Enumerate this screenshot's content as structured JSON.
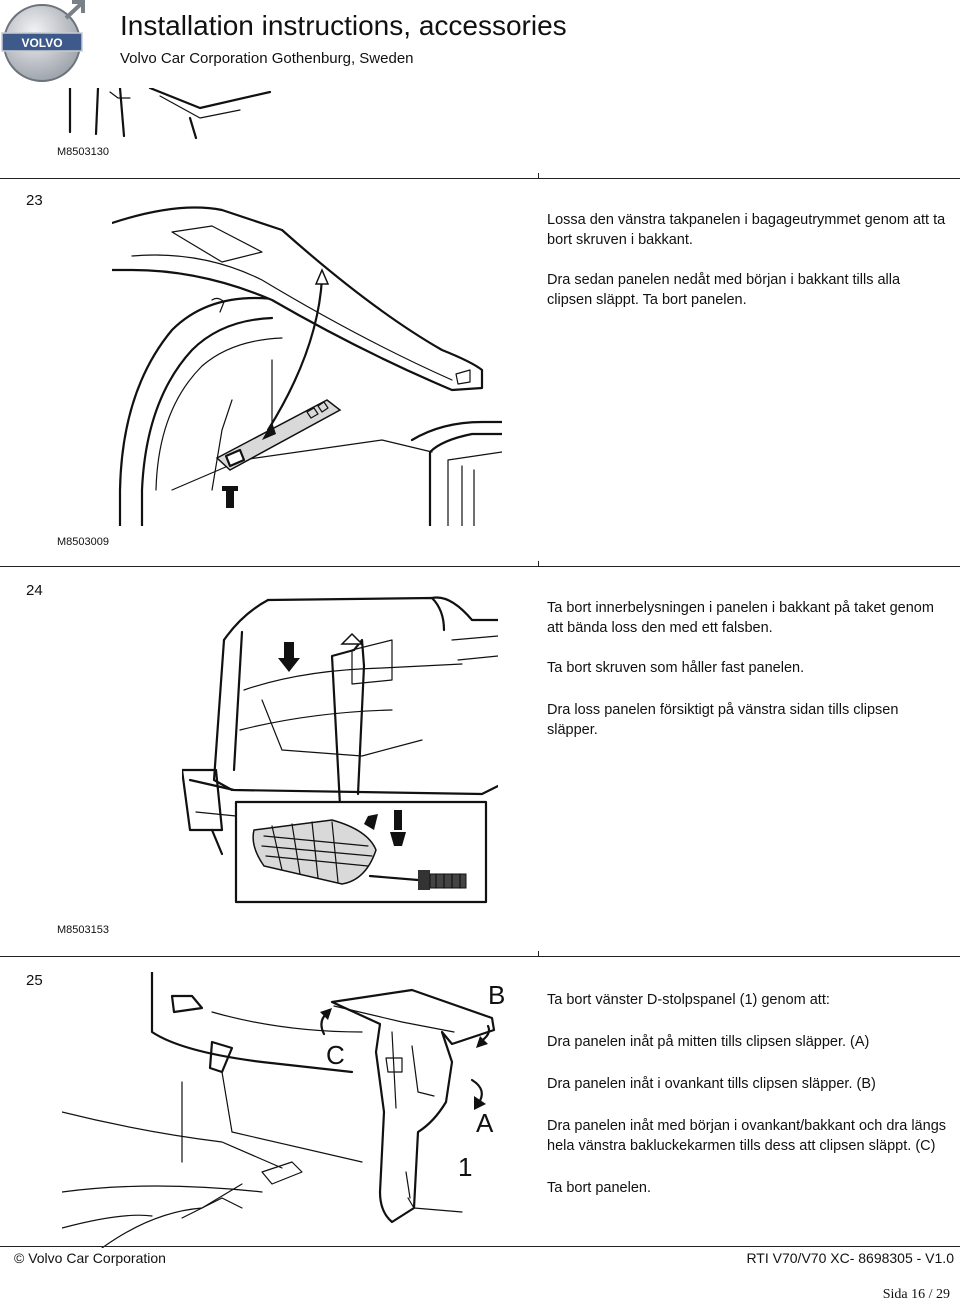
{
  "header": {
    "title": "Installation instructions, accessories",
    "subtitle": "Volvo Car Corporation Gothenburg, Sweden",
    "logo_text": "VOLVO"
  },
  "top_figure": {
    "id": "M8503130"
  },
  "steps": [
    {
      "number": "23",
      "figure_id": "M8503009",
      "paragraphs": [
        "Lossa den vänstra takpanelen i bagageutrymmet genom att ta bort skruven i bakkant.",
        "Dra sedan panelen nedåt med början i bakkant tills alla clipsen släppt. Ta bort panelen."
      ]
    },
    {
      "number": "24",
      "figure_id": "M8503153",
      "paragraphs": [
        "Ta bort innerbelysningen i panelen i bakkant på taket genom att bända loss den med ett falsben.",
        "Ta bort skruven som håller fast panelen.",
        "Dra loss panelen försiktigt på vänstra sidan tills clipsen släpper."
      ]
    },
    {
      "number": "25",
      "callouts": {
        "a": "A",
        "b": "B",
        "c": "C",
        "one": "1"
      },
      "paragraphs": [
        "Ta bort vänster D-stolpspanel (1) genom att:",
        "Dra panelen inåt på mitten tills clipsen släpper. (A)",
        "Dra panelen inåt i ovankant tills clipsen släpper. (B)",
        "Dra panelen inåt med början i ovankant/bakkant och dra längs hela vänstra bakluckekarmen tills dess att clipsen släppt. (C)",
        "Ta bort panelen."
      ]
    }
  ],
  "footer": {
    "copyright": "© Volvo Car Corporation",
    "doc_ref": "RTI V70/V70 XC- 8698305 - V1.0",
    "page": "Sida 16 / 29"
  },
  "colors": {
    "logo_blue": "#3e5a8a",
    "logo_silver": "#c8ccd2"
  }
}
